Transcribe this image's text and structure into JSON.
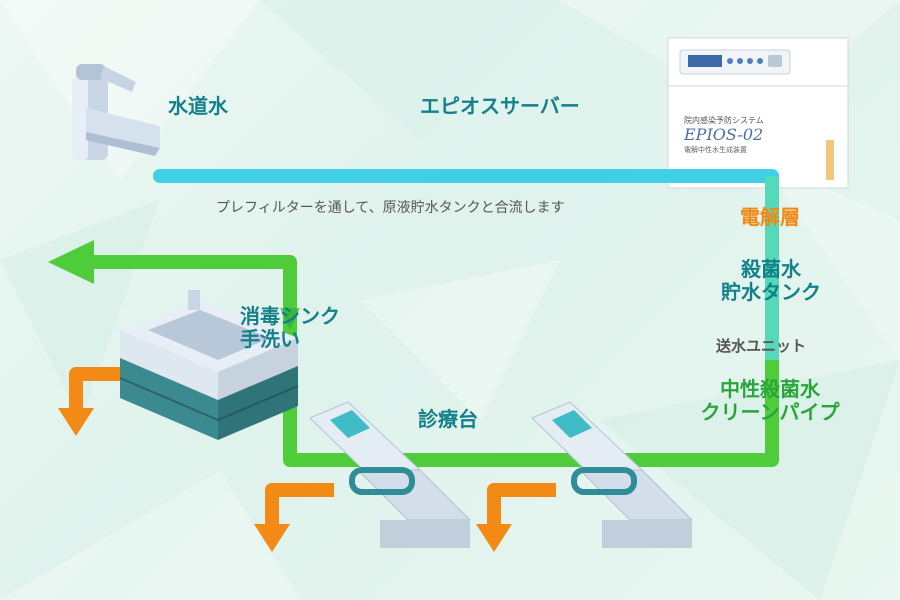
{
  "labels": {
    "tap_water": "水道水",
    "epios_server": "エピオスサーバー",
    "prefilter_note": "プレフィルターを通して、原液貯水タンクと合流します",
    "electrolysis_layer": "電解層",
    "sterile_tank_line1": "殺菌水",
    "sterile_tank_line2": "貯水タンク",
    "pump_unit": "送水ユニット",
    "neutral_line1": "中性殺菌水",
    "neutral_line2": "クリーンパイプ",
    "sink_line1": "消毒シンク",
    "sink_line2": "手洗い",
    "dental_chair": "診療台"
  },
  "device": {
    "brand_small": "院内感染予防システム",
    "model": "EPIOS-02",
    "subtitle": "電解中性水生成装置"
  },
  "colors": {
    "blue_pipe": "#3fd0e6",
    "teal_pipe": "#55d9b8",
    "green_pipe": "#4fcc3a",
    "drain_orange": "#f28a15",
    "teal_text": "#13808a",
    "orange_text": "#f08a17",
    "green_text": "#2aa53a"
  }
}
